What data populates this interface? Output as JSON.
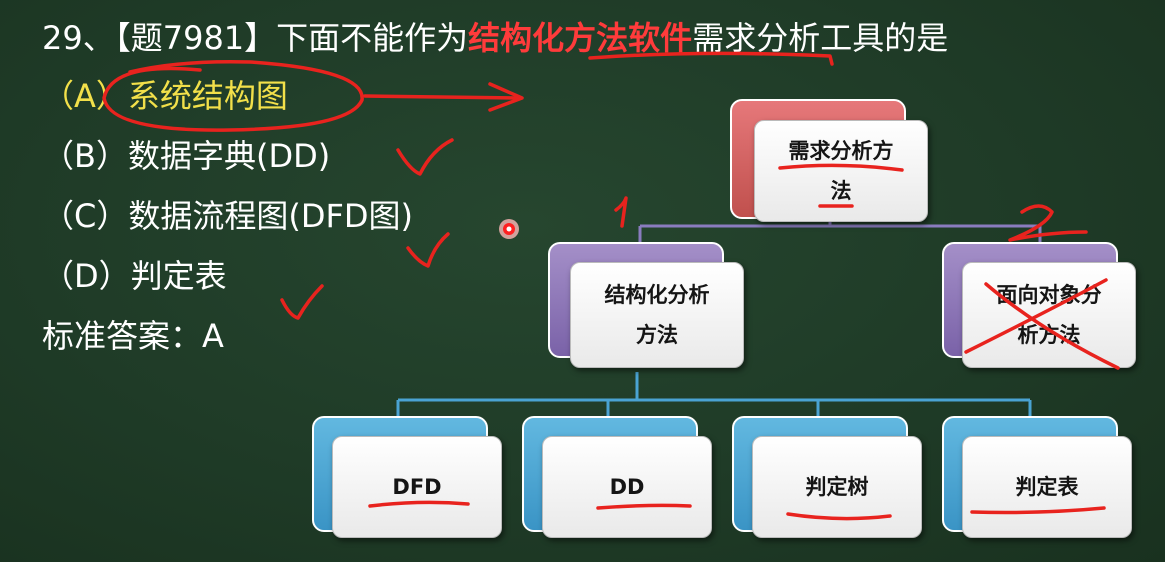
{
  "question": {
    "prefix": "29、【题7981】下面不能作为",
    "highlight": "结构化方法软件",
    "suffix": "需求分析工具的是"
  },
  "options": [
    {
      "label": "（A）系统结构图",
      "selected": true
    },
    {
      "label": "（B）数据字典(DD)",
      "selected": false
    },
    {
      "label": "（C）数据流程图(DFD图)",
      "selected": false
    },
    {
      "label": "（D）判定表",
      "selected": false
    }
  ],
  "answer": "标准答案：A",
  "tree": {
    "root": {
      "line1": "需求分析方",
      "line2": "法"
    },
    "left": {
      "line1": "结构化分析",
      "line2": "方法"
    },
    "right": {
      "line1": "面向对象分",
      "line2": "析方法"
    },
    "leaves": [
      "DFD",
      "DD",
      "判定树",
      "判定表"
    ]
  },
  "annotations": {
    "mark_1": "1",
    "mark_2": "2"
  },
  "colors": {
    "highlight": "#ff3b3b",
    "selected_option": "#f2e04a",
    "ink": "#e8231e",
    "root_box": "#c0504d",
    "mid_box": "#7a62a8",
    "leaf_box": "#3a94c5"
  }
}
